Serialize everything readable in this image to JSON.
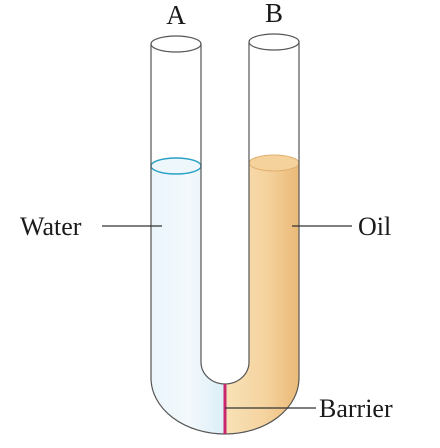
{
  "labels": {
    "tube_a": "A",
    "tube_b": "B",
    "water": "Water",
    "oil": "Oil",
    "barrier": "Barrier"
  },
  "colors": {
    "water": "#e6f3fa",
    "water_surface": "#2aa0c8",
    "oil": "#f3cc90",
    "oil_light": "#fae8c8",
    "barrier": "#c8286e",
    "glass_outline": "#555555"
  }
}
